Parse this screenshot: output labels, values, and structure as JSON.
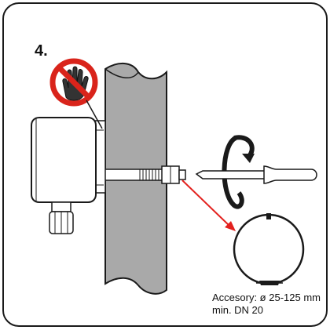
{
  "step": {
    "number": "4."
  },
  "caption": {
    "line1": "Accesory: ø 25-125 mm",
    "line2": "min. DN 20"
  },
  "colors": {
    "prohibition": "#d9241b",
    "pointer_arrow": "#e3211e",
    "pipe_fill": "#a9a9a9",
    "housing_fill": "#ffffff",
    "outline": "#1a1a1a"
  },
  "icons": {
    "prohibition": "no-touch-hand-icon",
    "rotation": "clockwise-rotation-arrow-icon",
    "tool": "screwdriver-icon"
  }
}
